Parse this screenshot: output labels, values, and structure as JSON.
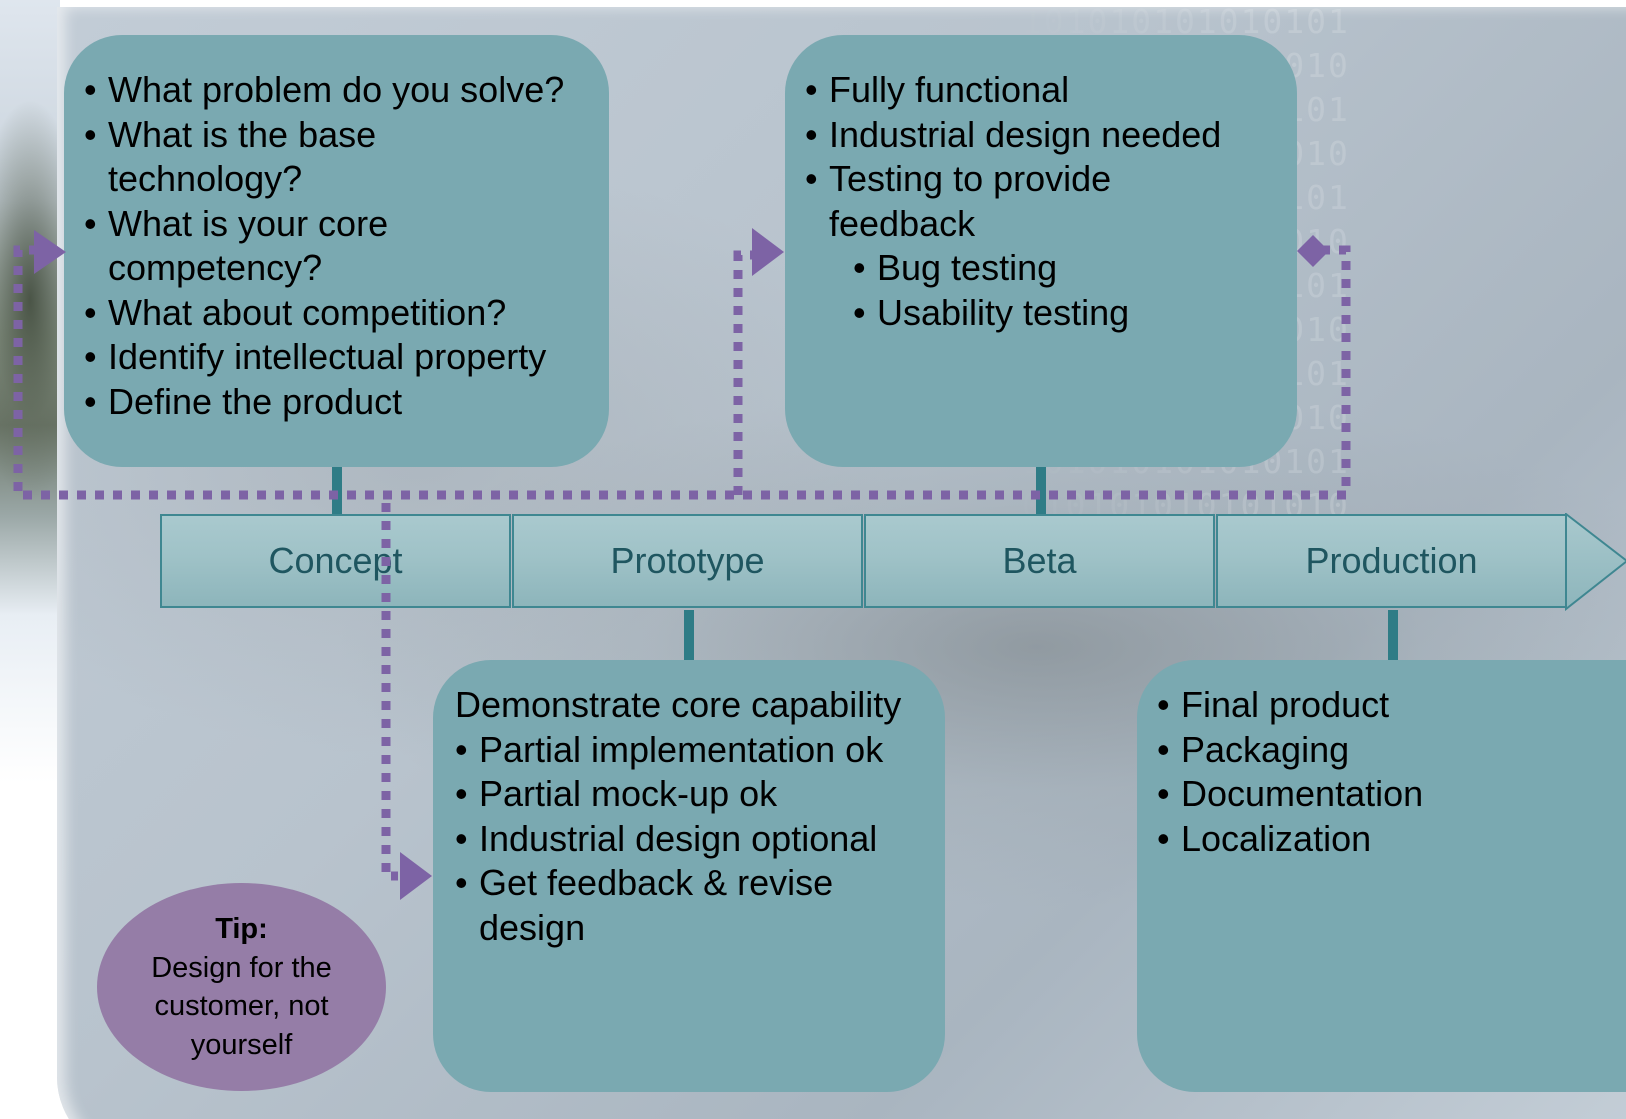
{
  "background": {
    "binary_pattern": "0101010101010101 1010101010101010 0101010101010101 1010101010101010 0101010101010101 1010101010101010 0101010101010101 1010101010101010 0101010101010101 1010101010101010 0101010101010101 1010101010101010"
  },
  "colors": {
    "box_fill": "#7aa9b1",
    "timeline_fill": "#9fc2c7",
    "timeline_text": "#1f5660",
    "connector": "#2f7c86",
    "dotted_arrow": "#7d63a5",
    "tip_fill": "#957da7"
  },
  "timeline": {
    "phases": [
      "Concept",
      "Prototype",
      "Beta",
      "Production"
    ]
  },
  "boxes": {
    "concept": {
      "items": [
        "What problem do you solve?",
        "What is the base technology?",
        "What is your core competency?",
        "What about competition?",
        "Identify intellectual property",
        "Define the product"
      ]
    },
    "beta": {
      "items": [
        "Fully functional",
        "Industrial design needed",
        "Testing to provide feedback"
      ],
      "sub_items": [
        "Bug testing",
        "Usability testing"
      ]
    },
    "prototype": {
      "heading": "Demonstrate core capability",
      "items": [
        "Partial implementation ok",
        "Partial mock-up ok",
        "Industrial design optional",
        "Get feedback & revise design"
      ]
    },
    "production": {
      "items": [
        "Final product",
        "Packaging",
        "Documentation",
        "Localization"
      ]
    }
  },
  "tip": {
    "title": "Tip:",
    "body": "Design for the customer, not yourself"
  }
}
